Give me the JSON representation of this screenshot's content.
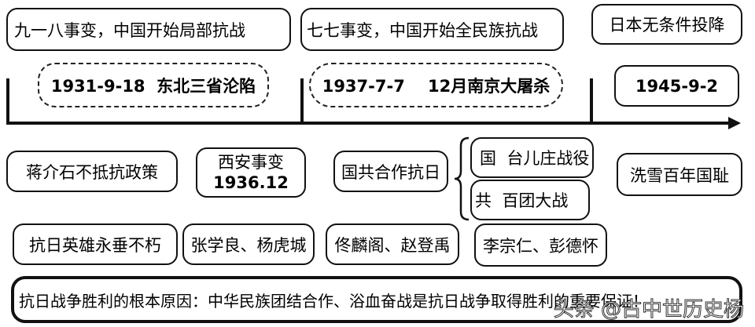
{
  "top": {
    "incident1": "九一八事变，中国开始局部抗战",
    "incident2": "七七事变，中国开始全民族抗战",
    "surrender": "日本无条件投降"
  },
  "dates": {
    "d1": "1931-9-18  东北三省沦陷",
    "d2": "1937-7-7    12月南京大屠杀",
    "d3": "1945-9-2"
  },
  "row2": {
    "jiang": "蒋介石不抵抗政策",
    "xian": "西安事变",
    "xian_date": "1936.12",
    "coop": "国共合作抗日",
    "guo": "国  台儿庄战役",
    "gong": "共  百团大战",
    "shame": "洗雪百年国耻"
  },
  "row3": {
    "heroes": "抗日英雄永垂不朽",
    "zhang": "张学良、杨虎城",
    "tong": "佟麟阁、赵登禹",
    "li": "李宗仁、彭德怀"
  },
  "bottom": {
    "text": "抗日战争胜利的根本原因：中华民族团结合作、浴血奋战是抗日战争取得胜利的重要保证！"
  },
  "watermark": "头条 @古中世历史杨"
}
